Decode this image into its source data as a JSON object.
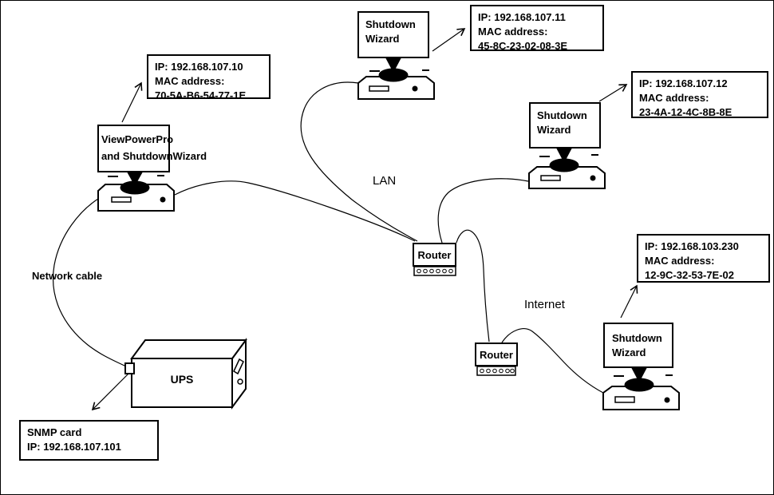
{
  "nodes": {
    "viewpower": {
      "line1": "ViewPowerPro",
      "line2": "and ShutdownWizard"
    },
    "shutdown_top": {
      "line1": "Shutdown",
      "line2": "Wizard"
    },
    "shutdown_right": {
      "line1": "Shutdown",
      "line2": "Wizard"
    },
    "shutdown_bottom": {
      "line1": "Shutdown",
      "line2": "Wizard"
    },
    "router_lan": {
      "label": "Router"
    },
    "router_wan": {
      "label": "Router"
    },
    "ups": {
      "label": "UPS"
    }
  },
  "info_boxes": {
    "pc_main": {
      "lines": [
        "IP: 192.168.107.10",
        "MAC address:",
        "70-5A-B6-54-77-1E"
      ]
    },
    "pc_top": {
      "lines": [
        "IP: 192.168.107.11",
        "MAC address:",
        "45-8C-23-02-08-3E"
      ]
    },
    "pc_right": {
      "lines": [
        "IP: 192.168.107.12",
        "MAC address:",
        "23-4A-12-4C-8B-8E"
      ]
    },
    "pc_bottom": {
      "lines": [
        "IP: 192.168.103.230",
        "MAC address:",
        "12-9C-32-53-7E-02"
      ]
    },
    "snmp": {
      "lines": [
        "SNMP card",
        "IP: 192.168.107.101"
      ]
    }
  },
  "labels": {
    "lan": "LAN",
    "internet": "Internet",
    "network_cable": "Network cable"
  },
  "colors": {
    "ink": "#000000",
    "background": "#ffffff"
  }
}
